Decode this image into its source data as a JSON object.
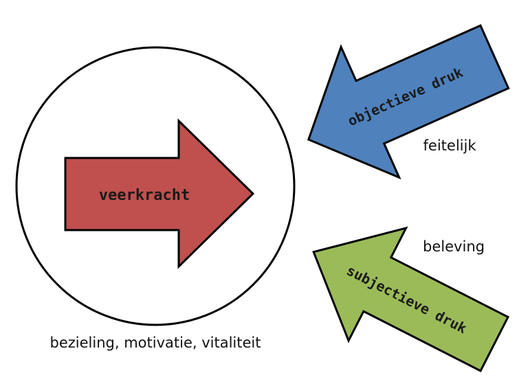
{
  "colors": {
    "veerkracht_fill": "#c0504d",
    "objectieve_fill": "#4f81bd",
    "subjectieve_fill": "#9bbb59",
    "stroke": "#000000",
    "background": "#ffffff"
  },
  "diagram": {
    "circle_caption": "bezieling, motivatie, vitaliteit",
    "arrows": {
      "veerkracht": {
        "label": "veerkracht"
      },
      "objectieve": {
        "label": "objectieve druk",
        "note": "feitelijk"
      },
      "subjectieve": {
        "label": "subjectieve druk",
        "note": "beleving"
      }
    }
  }
}
